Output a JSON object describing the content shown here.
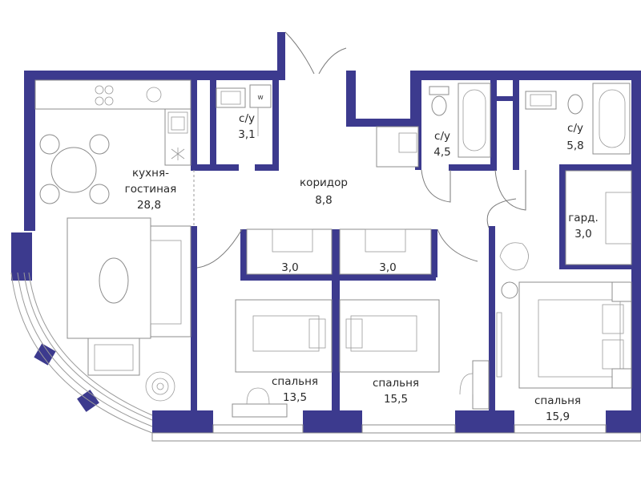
{
  "colors": {
    "wall": "#3c3a8e",
    "line": "#8c8c8c",
    "label": "#2a2a2a",
    "background": "#ffffff"
  },
  "rooms": {
    "kitchen_living": {
      "name": "кухня-\nгостиная",
      "area": "28,8"
    },
    "bath1": {
      "name": "с/у",
      "area": "3,1"
    },
    "corridor": {
      "name": "коридор",
      "area": "8,8"
    },
    "bath2": {
      "name": "с/у",
      "area": "4,5"
    },
    "bath3": {
      "name": "с/у",
      "area": "5,8"
    },
    "wardrobe1": {
      "name": "",
      "area": "3,0"
    },
    "wardrobe2": {
      "name": "",
      "area": "3,0"
    },
    "wardrobe3": {
      "name": "гард.",
      "area": "3,0"
    },
    "bedroom1": {
      "name": "спальня",
      "area": "13,5"
    },
    "bedroom2": {
      "name": "спальня",
      "area": "15,5"
    },
    "bedroom3": {
      "name": "спальня",
      "area": "15,9"
    }
  },
  "fixtures": {
    "washer_mark": "w"
  }
}
